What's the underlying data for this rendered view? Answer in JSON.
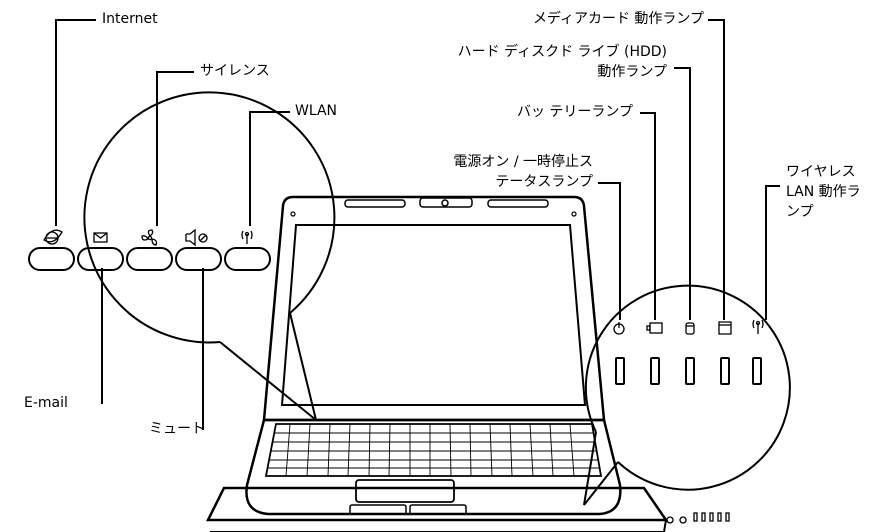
{
  "colors": {
    "ink": "#000000",
    "background": "#ffffff"
  },
  "left_callout": {
    "labels": {
      "internet": "Internet",
      "silent": "サイレンス",
      "wlan": "WLAN",
      "email": "E-mail",
      "mute": "ミュート"
    },
    "buttons": [
      {
        "name": "internet",
        "icon": "internet-explorer-icon"
      },
      {
        "name": "email",
        "icon": "envelope-icon"
      },
      {
        "name": "silent",
        "icon": "fan-icon"
      },
      {
        "name": "mute",
        "icon": "speaker-mute-icon"
      },
      {
        "name": "wlan",
        "icon": "antenna-icon"
      }
    ]
  },
  "right_callout": {
    "labels": {
      "media_card": "メディアカード 動作ランプ",
      "hdd_line1": "ハード ディスクド ライブ (HDD)",
      "hdd_line2": "動作ランプ",
      "battery": "バッ テリーランプ",
      "power_line1": "電源オン / 一時停止ス",
      "power_line2": "テータスランプ",
      "wireless_line1": "ワイヤレス",
      "wireless_line2": "LAN 動作ラ",
      "wireless_line3": "ンプ"
    },
    "lamps": [
      {
        "name": "power",
        "icon": "power-icon"
      },
      {
        "name": "battery",
        "icon": "battery-icon"
      },
      {
        "name": "hdd",
        "icon": "hdd-cylinder-icon"
      },
      {
        "name": "media-card",
        "icon": "sd-card-icon"
      },
      {
        "name": "wireless-lan",
        "icon": "antenna-icon"
      }
    ]
  }
}
